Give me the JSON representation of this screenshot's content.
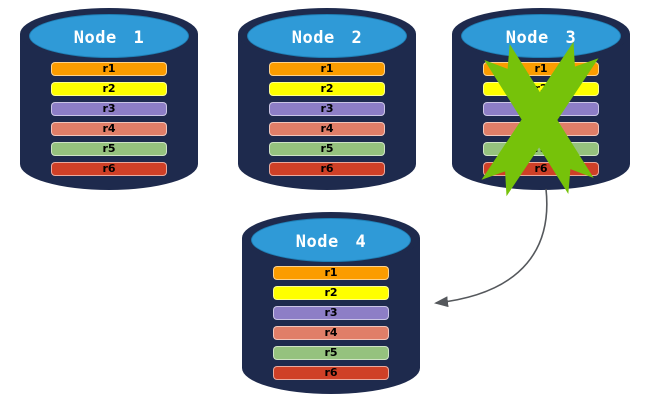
{
  "nodes": [
    {
      "name": "node-1",
      "title": "Node 1",
      "failed": false
    },
    {
      "name": "node-2",
      "title": "Node 2",
      "failed": false
    },
    {
      "name": "node-3",
      "title": "Node 3",
      "failed": true
    },
    {
      "name": "node-4",
      "title": "Node 4",
      "failed": false
    }
  ],
  "replica_rows": [
    {
      "label": "r1",
      "color": "#FB9C00"
    },
    {
      "label": "r2",
      "color": "#FFFF00"
    },
    {
      "label": "r3",
      "color": "#8D7EC6"
    },
    {
      "label": "r4",
      "color": "#E07E68"
    },
    {
      "label": "r5",
      "color": "#95C27E"
    },
    {
      "label": "r6",
      "color": "#CF4027"
    }
  ],
  "colors": {
    "cylinder_body": "#1E2A4D",
    "cylinder_top_face": "#2F9AD7",
    "failure_x": "#76C20A",
    "arrow": "#55585C",
    "bar_text": "#000000",
    "title_text": "#FFFFFF"
  },
  "arrow": {
    "from": "Node 3",
    "to": "Node 4"
  }
}
